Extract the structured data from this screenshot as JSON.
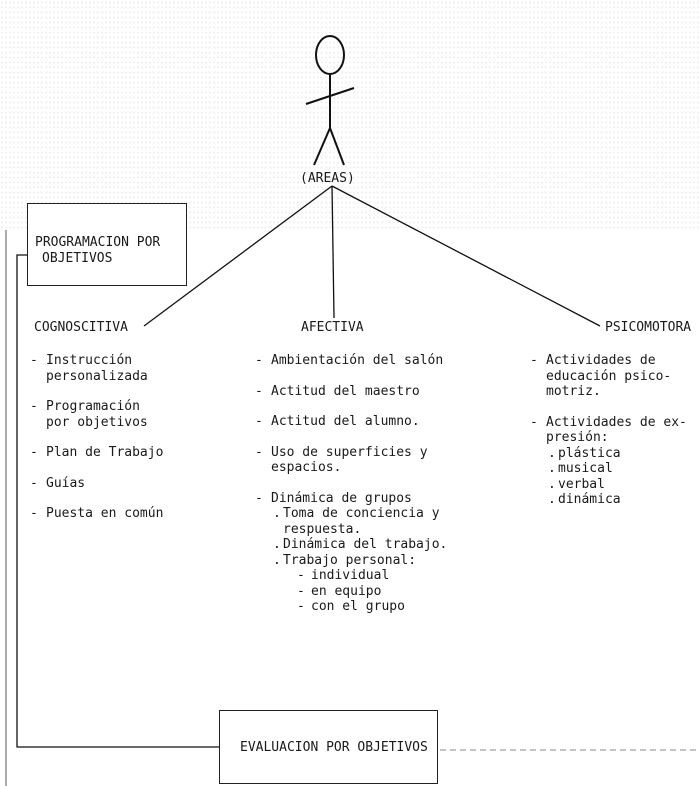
{
  "areas_label": "(AREAS)",
  "top_box": {
    "line1": "PROGRAMACION POR",
    "line2": "OBJETIVOS"
  },
  "bottom_box": "EVALUACION POR OBJETIVOS",
  "columns": {
    "cognoscitiva": {
      "title": "COGNOSCITIVA",
      "items": [
        [
          "Instrucción",
          "personalizada"
        ],
        [
          "Programación",
          "por objetivos"
        ],
        [
          "Plan de Trabajo"
        ],
        [
          "Guías"
        ],
        [
          "Puesta en común"
        ]
      ]
    },
    "afectiva": {
      "title": "AFECTIVA",
      "items": [
        {
          "lines": [
            "Ambientación del salón"
          ]
        },
        {
          "lines": [
            "Actitud del maestro"
          ]
        },
        {
          "lines": [
            "Actitud del alumno."
          ]
        },
        {
          "lines": [
            "Uso de superficies y",
            "espacios."
          ]
        },
        {
          "lines": [
            "Dinámica de grupos"
          ],
          "subs": [
            {
              "lines": [
                "Toma de conciencia y",
                "respuesta."
              ]
            },
            {
              "lines": [
                "Dinámica del trabajo."
              ]
            },
            {
              "lines": [
                "Trabajo personal:"
              ],
              "subsubs": [
                "individual",
                "en equipo",
                "con el grupo"
              ]
            }
          ]
        }
      ]
    },
    "psicomotora": {
      "title": "PSICOMOTORA",
      "items": [
        {
          "lines": [
            "Actividades de",
            "educación psico-",
            "motriz."
          ]
        },
        {
          "lines": [
            "Actividades de ex-",
            "presión:"
          ],
          "subs": [
            "plástica",
            "musical",
            "verbal",
            "dinámica"
          ]
        }
      ]
    }
  }
}
